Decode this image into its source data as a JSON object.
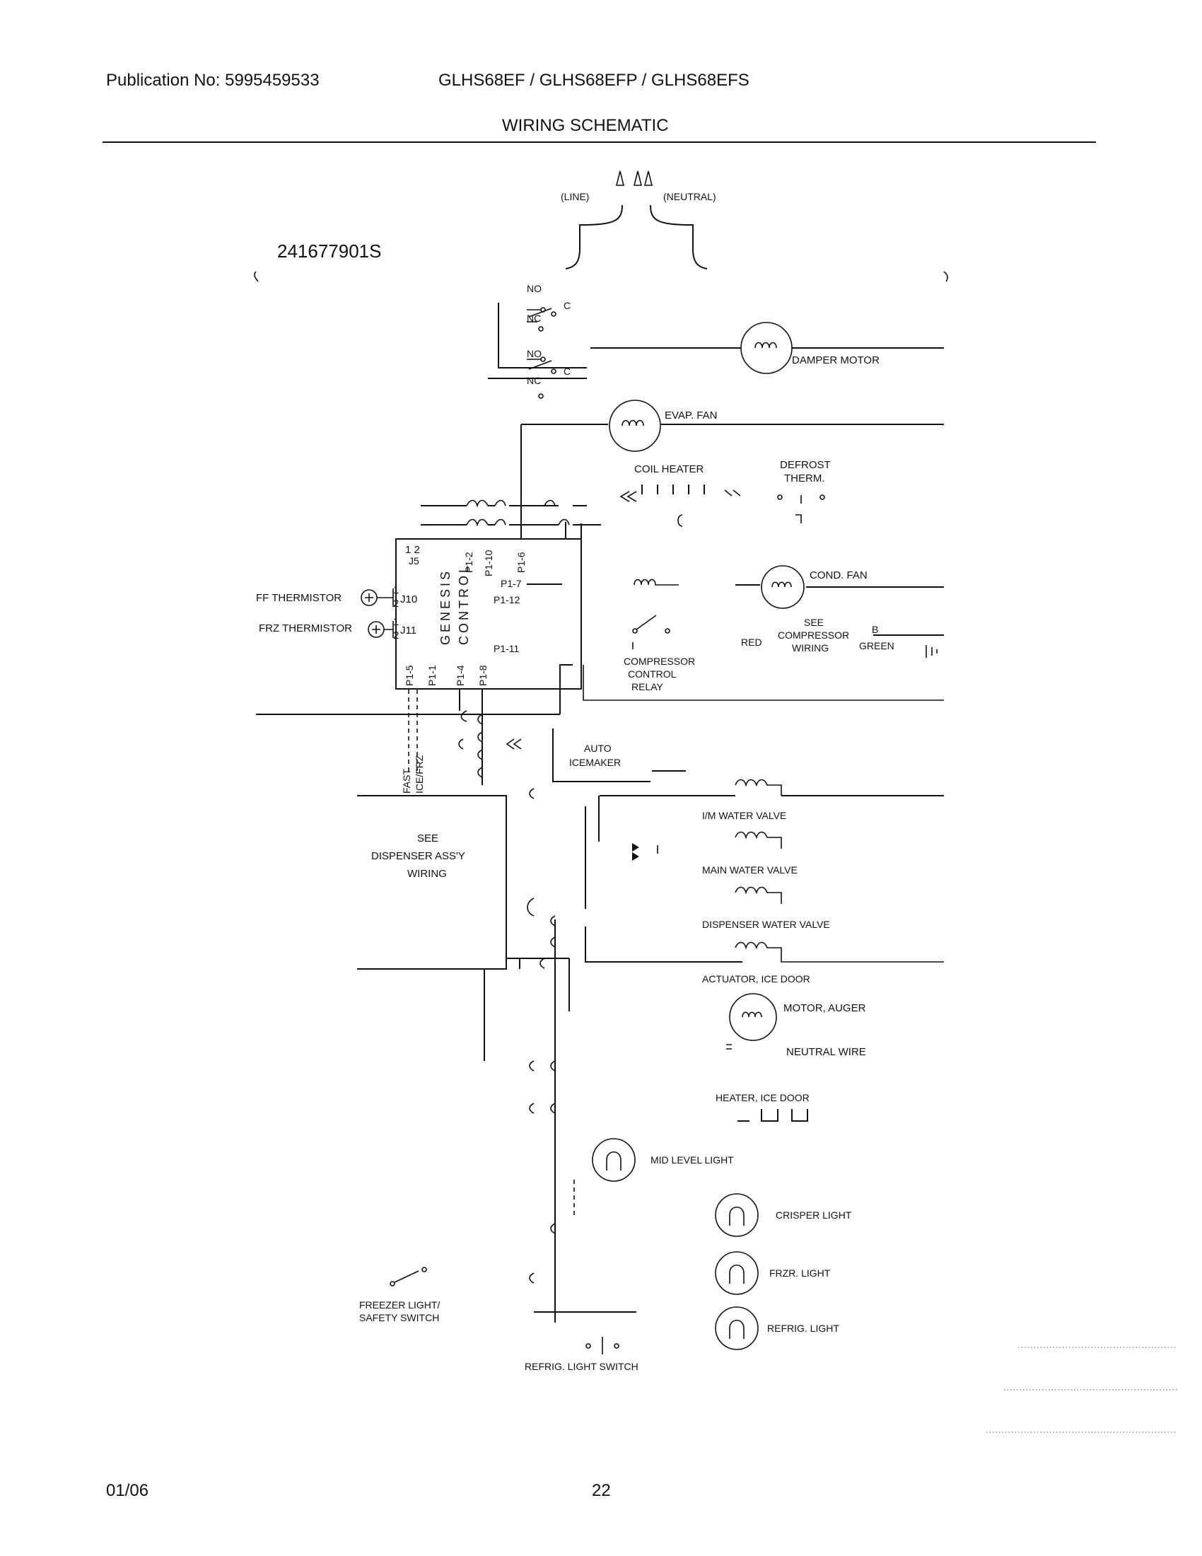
{
  "header": {
    "publication": "Publication No: 5995459533",
    "models": "GLHS68EF / GLHS68EFP / GLHS68EFS",
    "title": "WIRING SCHEMATIC"
  },
  "footer": {
    "date": "01/06",
    "page": "22"
  },
  "diagram": {
    "part_number": "241677901S",
    "labels": {
      "line": "(LINE)",
      "neutral": "(NEUTRAL)",
      "no1": "NO",
      "nc1": "NC",
      "c1": "C",
      "no2": "NO",
      "nc2": "NC",
      "c2": "C",
      "damper_motor": "DAMPER MOTOR",
      "evap_fan": "EVAP. FAN",
      "coil_heater": "COIL HEATER",
      "defrost_therm_1": "DEFROST",
      "defrost_therm_2": "THERM.",
      "j5": "J5",
      "pin_1_2": "1 2",
      "p1_2": "P1-2",
      "p1_10": "P1-10",
      "p1_6": "P1-6",
      "p1_7": "P1-7",
      "p1_12": "P1-12",
      "p1_11": "P1-11",
      "p1_5": "P1-5",
      "p1_1": "P1-1",
      "p1_4": "P1-4",
      "p1_8": "P1-8",
      "j10": "J10",
      "j11": "J11",
      "pin1": "1",
      "pin2": "2",
      "genesis": "GENESIS",
      "control": "CONTROL",
      "ff_thermistor": "FF THERMISTOR",
      "frz_thermistor": "FRZ THERMISTOR",
      "cond_fan": "COND. FAN",
      "see": "SEE",
      "compressor": "COMPRESSOR",
      "wiring": "WIRING",
      "red": "RED",
      "b": "B",
      "green": "GREEN",
      "compressor_relay_1": "COMPRESSOR",
      "compressor_relay_2": "CONTROL",
      "compressor_relay_3": "RELAY",
      "auto_1": "AUTO",
      "auto_2": "ICEMAKER",
      "fast_1": "FAST",
      "fast_2": "ICE/FRZ",
      "dispenser_see": "SEE",
      "dispenser_assy": "DISPENSER ASS'Y",
      "dispenser_wiring": "WIRING",
      "im_water_valve": "I/M WATER VALVE",
      "main_water_valve": "MAIN WATER VALVE",
      "dispenser_water_valve": "DISPENSER WATER VALVE",
      "actuator_ice_door": "ACTUATOR, ICE DOOR",
      "motor_auger": "MOTOR, AUGER",
      "neutral_wire": "NEUTRAL WIRE",
      "heater_ice_door": "HEATER, ICE DOOR",
      "mid_level_light": "MID LEVEL LIGHT",
      "crisper_light": "CRISPER LIGHT",
      "frzr_light": "FRZR. LIGHT",
      "refrig_light": "REFRIG. LIGHT",
      "freezer_switch_1": "FREEZER LIGHT/",
      "freezer_switch_2": "SAFETY SWITCH",
      "refrig_light_switch": "REFRIG. LIGHT SWITCH"
    }
  }
}
